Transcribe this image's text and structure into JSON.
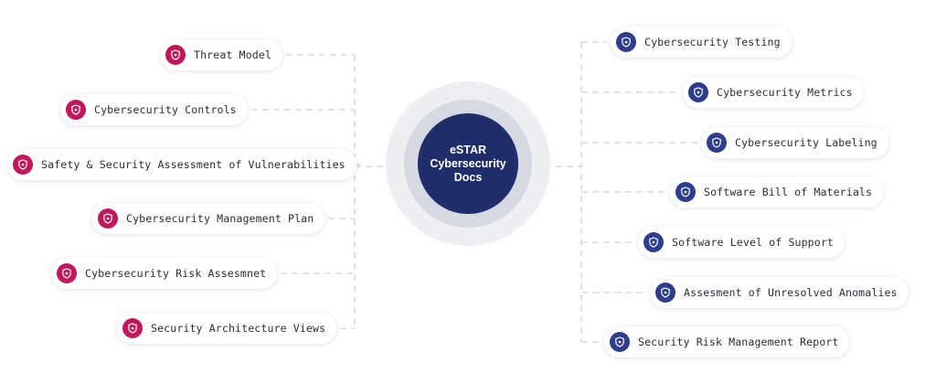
{
  "hub": {
    "lines": [
      "eSTAR",
      "Cybersecurity",
      "Docs"
    ]
  },
  "left_items": [
    {
      "label": "Threat Model",
      "icon": "shield-icon"
    },
    {
      "label": "Cybersecurity Controls",
      "icon": "shield-icon"
    },
    {
      "label": "Safety & Security Assessment of Vulnerabilities",
      "icon": "shield-icon"
    },
    {
      "label": "Cybersecurity Management Plan",
      "icon": "shield-icon"
    },
    {
      "label": "Cybersecurity Risk Assesmnet",
      "icon": "shield-icon"
    },
    {
      "label": "Security Architecture Views",
      "icon": "shield-icon"
    }
  ],
  "right_items": [
    {
      "label": "Cybersecurity Testing",
      "icon": "shield-icon"
    },
    {
      "label": "Cybersecurity Metrics",
      "icon": "shield-icon"
    },
    {
      "label": "Cybersecurity Labeling",
      "icon": "shield-icon"
    },
    {
      "label": "Software Bill of Materials",
      "icon": "shield-icon"
    },
    {
      "label": "Software Level of Support",
      "icon": "shield-icon"
    },
    {
      "label": "Assesment of Unresolved Anomalies",
      "icon": "shield-icon"
    },
    {
      "label": "Security Risk Management Report",
      "icon": "shield-icon"
    }
  ],
  "colors": {
    "left_accent": "#c2185b",
    "right_accent": "#2d3e8f",
    "hub": "#1f2e6b",
    "connector": "#cfd2da"
  }
}
